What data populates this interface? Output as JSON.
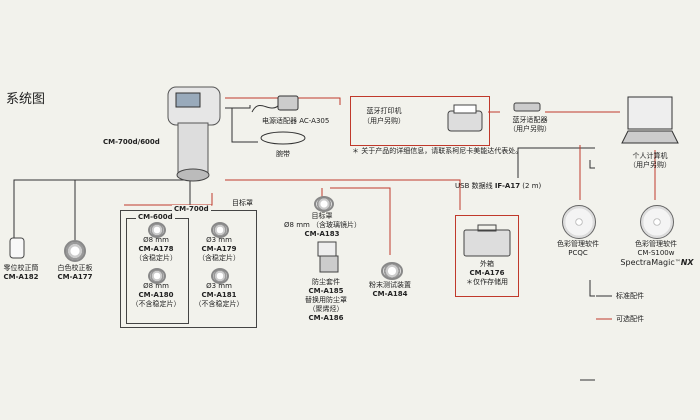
{
  "title": "系统图",
  "device": {
    "model": "CM-700d/600d"
  },
  "ac_adapter": {
    "label": "电源适配器  AC-A305"
  },
  "strap": {
    "label": "腕带"
  },
  "bt_printer": {
    "line1": "蓝牙打印机",
    "line2": "（用户另购）"
  },
  "bt_adapter": {
    "line1": "蓝牙适配器",
    "line2": "（用户另购）"
  },
  "note": "＊ 关于产品的详细信息，请联系柯尼卡美能达代表处。",
  "pc": {
    "line1": "个人计算机",
    "line2": "（用户另购）"
  },
  "usb": {
    "prefix": "USB 数据线 ",
    "model": "IF-A17",
    "suffix": " (2 m)"
  },
  "zero_box": {
    "line1": "零位校正筒",
    "model": "CM-A182"
  },
  "white_plate": {
    "line1": "白色校正板",
    "model": "CM-A177"
  },
  "groups": {
    "outer": "CM-700d",
    "inner": "CM-600d",
    "target_mask_label": "目标罩"
  },
  "masks": [
    {
      "size": "Ø8 mm",
      "model": "CM-A178",
      "note": "（含稳定片）"
    },
    {
      "size": "Ø3 mm",
      "model": "CM-A179",
      "note": "（含稳定片）"
    },
    {
      "size": "Ø8 mm",
      "model": "CM-A180",
      "note": "（不含稳定片）"
    },
    {
      "size": "Ø3 mm",
      "model": "CM-A181",
      "note": "（不含稳定片）"
    }
  ],
  "glass_mask": {
    "line1": "目标罩",
    "line2": "Ø8 mm （含玻璃镜片）",
    "model": "CM-A183"
  },
  "dust_cover": {
    "line1": "防尘套件",
    "model1": "CM-A185",
    "line2": "替换用防尘罩",
    "line3": "（聚烯烃）",
    "model2": "CM-A186"
  },
  "powder": {
    "line1": "粉末测试装置",
    "model": "CM-A184"
  },
  "case": {
    "line1": "外箱",
    "model": "CM-A176",
    "line2": "＊仅作存储用"
  },
  "software1": {
    "line1": "色彩管理软件",
    "line2": "PCQC"
  },
  "software2": {
    "line1": "色彩管理软件",
    "line2": "CM-S100w",
    "brand": "SpectraMagic",
    "tm": "™",
    "nx": "NX"
  },
  "legend": {
    "standard": "标准配件",
    "optional": "可选配件"
  },
  "colors": {
    "standard_line": "#333333",
    "optional_line": "#c0392b",
    "background": "#f2f2ec"
  }
}
